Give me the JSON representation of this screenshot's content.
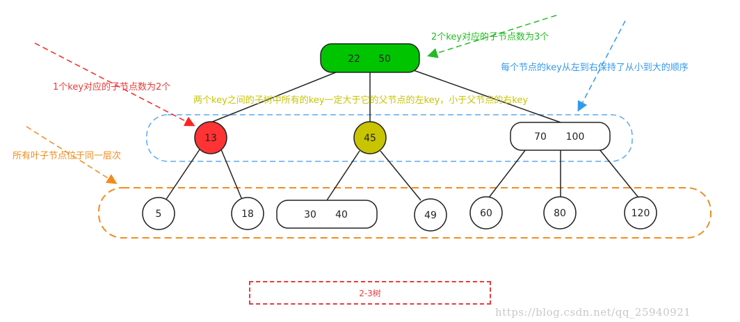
{
  "nodes": {
    "root": {
      "keys": [
        "22",
        "50"
      ],
      "fill": "#00c400"
    },
    "n13": {
      "keys": [
        "13"
      ],
      "fill": "#ff3333"
    },
    "n45": {
      "keys": [
        "45"
      ],
      "fill": "#c8c400"
    },
    "n70_100": {
      "keys": [
        "70",
        "100"
      ],
      "fill": "#ffffff"
    },
    "leaf5": {
      "keys": [
        "5"
      ]
    },
    "leaf18": {
      "keys": [
        "18"
      ]
    },
    "leaf30_40": {
      "keys": [
        "30",
        "40"
      ]
    },
    "leaf49": {
      "keys": [
        "49"
      ]
    },
    "leaf60": {
      "keys": [
        "60"
      ]
    },
    "leaf80": {
      "keys": [
        "80"
      ]
    },
    "leaf120": {
      "keys": [
        "120"
      ]
    }
  },
  "annotations": {
    "green": {
      "text": "2个key对应的子节点数为3个",
      "color": "#22bb22"
    },
    "red": {
      "text": "1个key对应的子节点数为2个",
      "color": "#e83a3a"
    },
    "blue": {
      "text": "每个节点的key从左到右保持了从小到大的顺序",
      "color": "#3399ee"
    },
    "yellow": {
      "text": "两个key之间的子树中所有的key一定大于它的父节点的左key，小于父节点的右key",
      "color": "#c8c400"
    },
    "orange": {
      "text": "所有叶子节点位于同一层次",
      "color": "#f08c1e"
    }
  },
  "caption": "2-3树",
  "watermark": "https://blog.csdn.net/qq_25940921"
}
